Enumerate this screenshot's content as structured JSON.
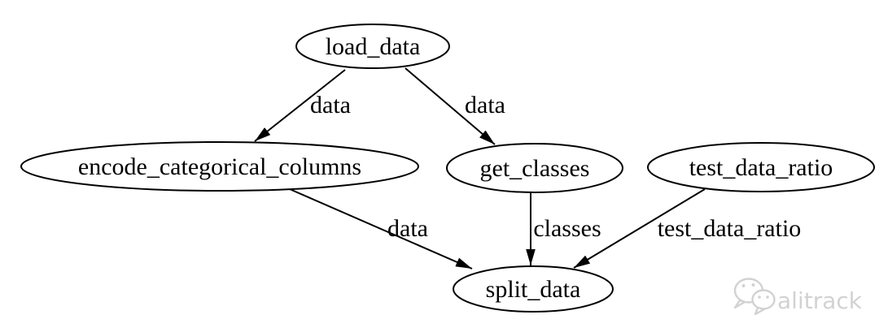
{
  "diagram": {
    "type": "directed-graph",
    "nodes": [
      {
        "id": "load_data",
        "label": "load_data"
      },
      {
        "id": "encode_categorical_columns",
        "label": "encode_categorical_columns"
      },
      {
        "id": "get_classes",
        "label": "get_classes"
      },
      {
        "id": "test_data_ratio",
        "label": "test_data_ratio"
      },
      {
        "id": "split_data",
        "label": "split_data"
      }
    ],
    "edges": [
      {
        "from": "load_data",
        "to": "encode_categorical_columns",
        "label": "data"
      },
      {
        "from": "load_data",
        "to": "get_classes",
        "label": "data"
      },
      {
        "from": "encode_categorical_columns",
        "to": "split_data",
        "label": "data"
      },
      {
        "from": "get_classes",
        "to": "split_data",
        "label": "classes"
      },
      {
        "from": "test_data_ratio",
        "to": "split_data",
        "label": "test_data_ratio"
      }
    ]
  },
  "watermark": {
    "text": "alitrack",
    "icon": "wechat-icon"
  },
  "colors": {
    "background": "#ffffff",
    "node-fill": "#ffffff",
    "stroke": "#000000",
    "text": "#000000",
    "watermark": "#d2d2d2"
  }
}
